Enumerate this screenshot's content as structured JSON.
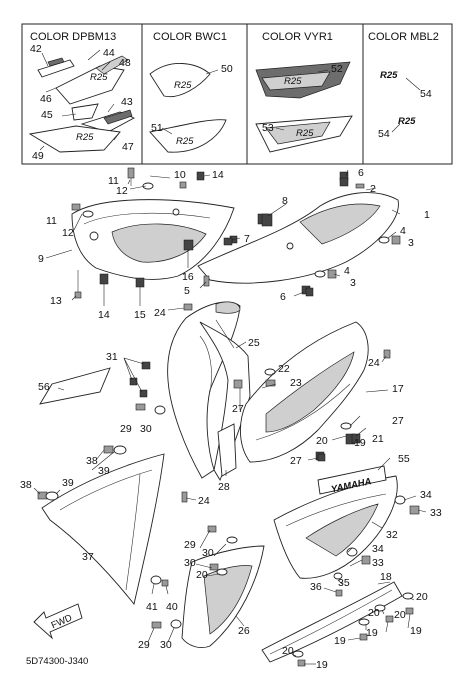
{
  "headers": [
    "COLOR DPBM13",
    "COLOR BWC1",
    "COLOR VYR1",
    "COLOR MBL2"
  ],
  "labels": {
    "l1": "1",
    "l2": "2",
    "l3a": "3",
    "l3b": "3",
    "l4a": "4",
    "l4b": "4",
    "l5": "5",
    "l6a": "6",
    "l6b": "6",
    "l7": "7",
    "l8": "8",
    "l9": "9",
    "l10": "10",
    "l11a": "11",
    "l11b": "11",
    "l12a": "12",
    "l12b": "12",
    "l13": "13",
    "l14a": "14",
    "l14b": "14",
    "l15": "15",
    "l16": "16",
    "l17": "17",
    "l18": "18",
    "l19a": "19",
    "l19b": "19",
    "l19c": "19",
    "l19d": "19",
    "l20a": "20",
    "l20b": "20",
    "l20c": "20",
    "l20d": "20",
    "l20e": "20",
    "l20f": "20",
    "l21": "21",
    "l22": "22",
    "l23": "23",
    "l24a": "24",
    "l24b": "24",
    "l24c": "24",
    "l25": "25",
    "l26": "26",
    "l27a": "27",
    "l27b": "27",
    "l27c": "27",
    "l28": "28",
    "l29a": "29",
    "l29b": "29",
    "l29c": "29",
    "l30a": "30",
    "l30b": "30",
    "l30c": "30",
    "l31": "31",
    "l32": "32",
    "l33a": "33",
    "l33b": "33",
    "l34a": "34",
    "l34b": "34",
    "l35": "35",
    "l36": "36",
    "l37": "37",
    "l38": "38",
    "l39a": "39",
    "l39b": "39",
    "l40": "40",
    "l41": "41",
    "l42": "42",
    "l43": "43",
    "l44": "44",
    "l45": "45",
    "l46": "46",
    "l47": "47",
    "l48": "48",
    "l49": "49",
    "l50": "50",
    "l51": "51",
    "l52": "52",
    "l53": "53",
    "l54a": "54",
    "l54b": "54",
    "l55": "55",
    "l56": "56"
  },
  "emblem_text": "YAMAHA",
  "fwd_text": "FWD",
  "logo_text": "R25",
  "diagram_code": "5D74300-J340"
}
